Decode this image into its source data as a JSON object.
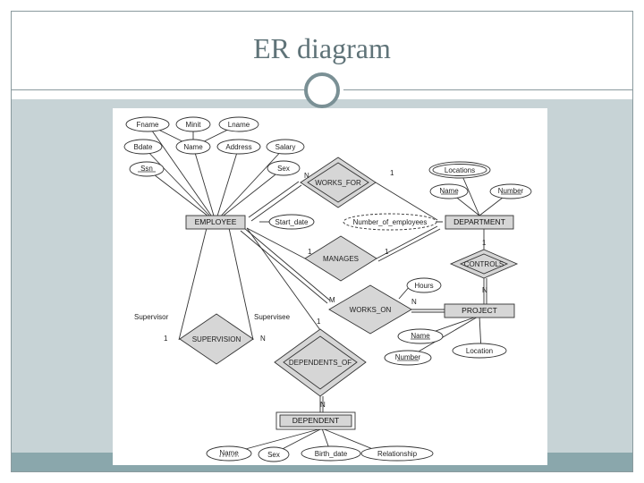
{
  "slide": {
    "title": "ER diagram"
  },
  "diagram": {
    "entities": [
      "EMPLOYEE",
      "DEPARTMENT",
      "PROJECT",
      "DEPENDENT"
    ],
    "relationships": [
      "WORKS_FOR",
      "MANAGES",
      "CONTROLS",
      "WORKS_ON",
      "SUPERVISION",
      "DEPENDENTS_OF"
    ],
    "attributes": {
      "fname": "Fname",
      "minit": "Minit",
      "lname": "Lname",
      "bdate": "Bdate",
      "emp_name": "Name",
      "address": "Address",
      "salary": "Salary",
      "ssn": "Ssn",
      "sex": "Sex",
      "start_date": "Start_date",
      "num_employees": "Number_of_employees",
      "locations": "Locations",
      "dept_name": "Name",
      "dept_number": "Number",
      "hours": "Hours",
      "proj_name": "Name",
      "proj_number": "Number",
      "location": "Location",
      "dep_name": "Name",
      "dep_sex": "Sex",
      "birth_date": "Birth_date",
      "relationship": "Relationship"
    },
    "cardinalities": {
      "works_for_n": "N",
      "works_for_1": "1",
      "manages_1a": "1",
      "manages_1b": "1",
      "controls_1": "1",
      "controls_n": "N",
      "works_on_m": "M",
      "works_on_n": "N",
      "supervision_1": "1",
      "supervision_n": "N",
      "dependents_1": "1",
      "dependents_n": "N"
    },
    "roles": {
      "supervisor": "Supervisor",
      "supervisee": "Supervisee"
    }
  }
}
